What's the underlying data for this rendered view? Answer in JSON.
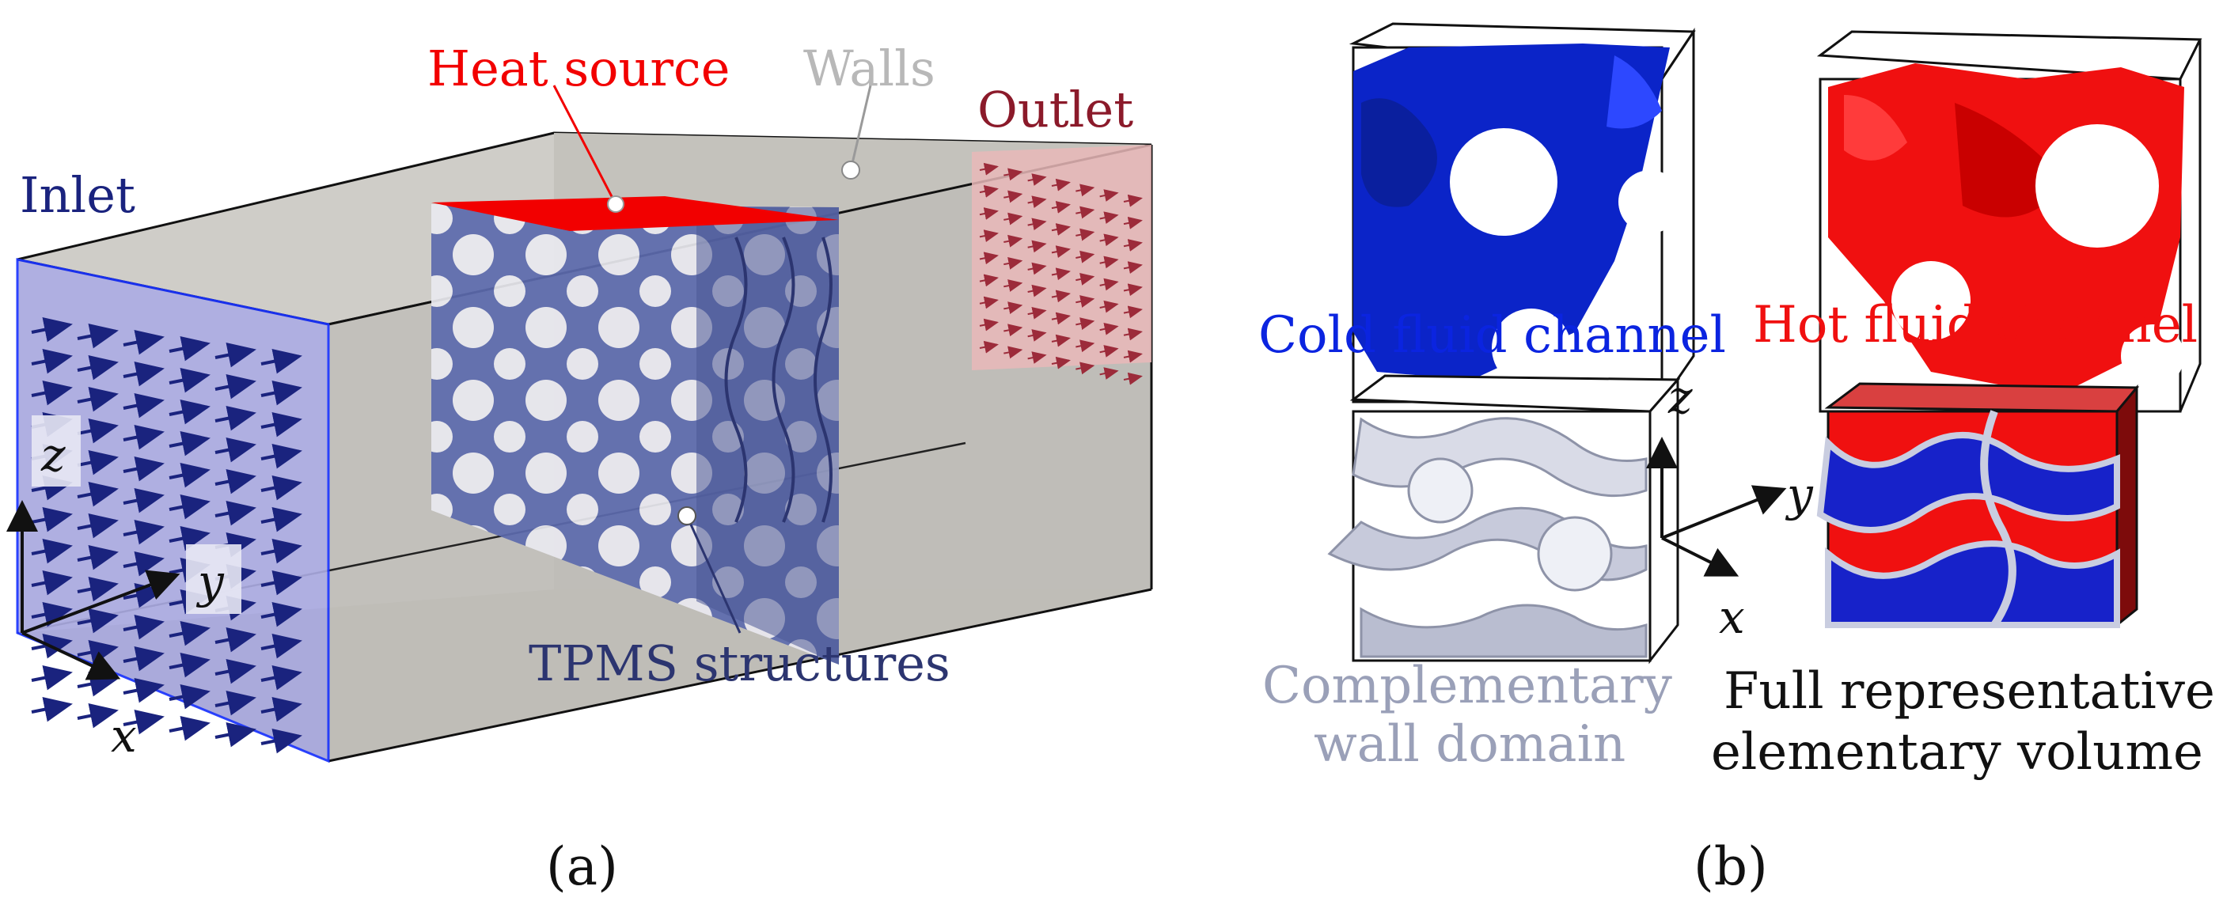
{
  "panel_a": {
    "heat_source": "Heat source",
    "walls": "Walls",
    "outlet": "Outlet",
    "inlet": "Inlet",
    "tpms": "TPMS structures",
    "axis_z": "z",
    "axis_y": "y",
    "axis_x": "x",
    "caption": "(a)"
  },
  "panel_b": {
    "cold": "Cold fluid channel",
    "hot": "Hot fluid channel",
    "wall_line1": "Complementary",
    "wall_line2": "wall domain",
    "full_line1": "Full representative",
    "full_line2": "elementary volume",
    "axis_z": "z",
    "axis_y": "y",
    "axis_x": "x",
    "caption": "(b)"
  },
  "colors": {
    "inlet": "#1a237e",
    "heat": "#ff0000",
    "walls": "#b5b5b5",
    "outlet": "#8b1a2a",
    "tpms": "#5a67a8",
    "cold": "#0b24c8",
    "hot": "#f01010",
    "wall_domain": "#9aa0b8"
  }
}
